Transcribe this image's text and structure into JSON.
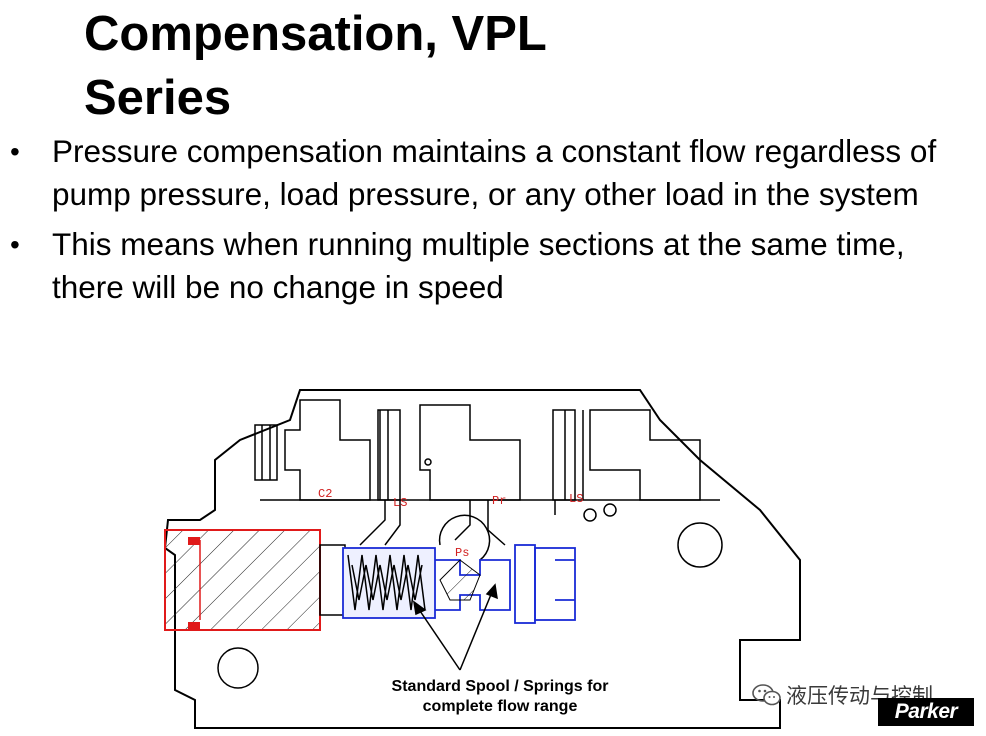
{
  "slide": {
    "title_line1": "Compensation, VPL",
    "title_line2": "Series",
    "bullets": [
      "Pressure compensation maintains a constant flow regardless of pump pressure, load pressure, or any other load in the system",
      "This means when running multiple sections at the same time, there will be no change in speed"
    ],
    "bullet_symbol": "•"
  },
  "diagram": {
    "port_labels": {
      "c2": "C2",
      "ls_left": "LS",
      "pr": "Pr",
      "ls_right": "LS",
      "ps": "Ps"
    },
    "caption_line1": "Standard Spool / Springs for",
    "caption_line2": "complete flow range",
    "colors": {
      "outline": "#000000",
      "plug": "#e01a1a",
      "spool": "#1a2bd6",
      "label": "#d11f1f"
    }
  },
  "watermark": {
    "text": "液压传动与控制",
    "icon": "wechat-icon"
  },
  "logo": {
    "text": "Parker"
  }
}
